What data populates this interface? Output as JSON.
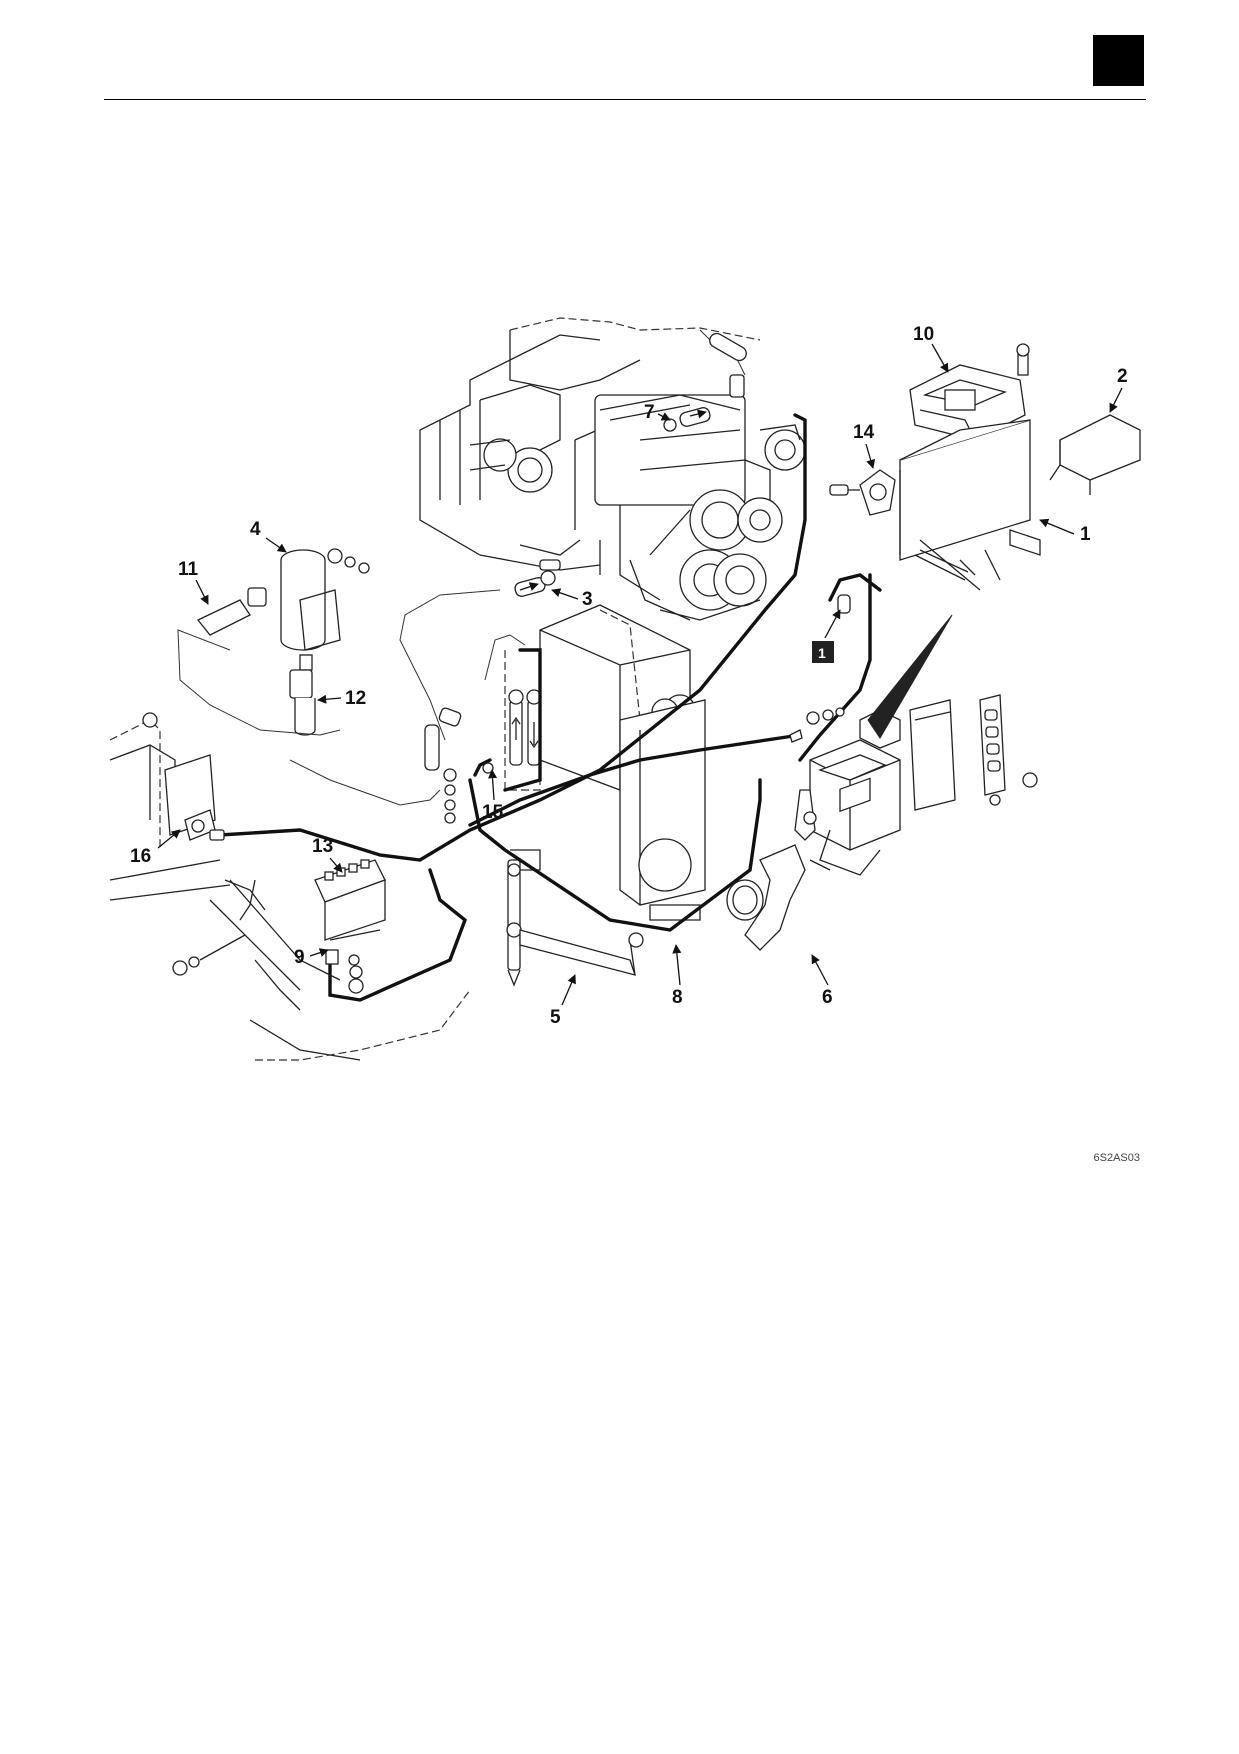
{
  "figure_code": "6S2AS03",
  "callouts": {
    "c1": "1",
    "c2": "2",
    "c3": "3",
    "c4": "4",
    "c5": "5",
    "c6": "6",
    "c7": "7",
    "c8": "8",
    "c9": "9",
    "c10": "10",
    "c11": "11",
    "c12": "12",
    "c13": "13",
    "c14": "14",
    "c15": "15",
    "c16": "16"
  },
  "reference_marker": "1",
  "colors": {
    "ink": "#111111",
    "paper": "#ffffff"
  }
}
